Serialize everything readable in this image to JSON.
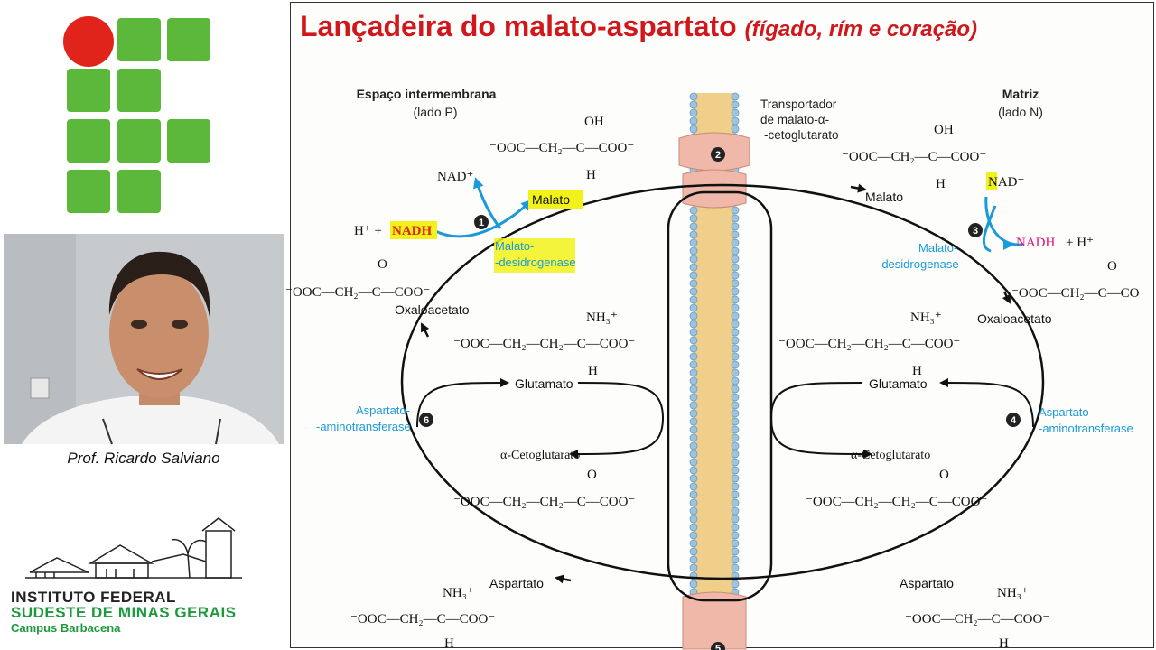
{
  "sidebar": {
    "presenter": "Prof. Ricardo Salviano",
    "institution": {
      "line1": "INSTITUTO FEDERAL",
      "line2": "SUDESTE DE MINAS GERAIS",
      "line3": "Campus Barbacena"
    },
    "colors": {
      "logo_green": "#5cb83a",
      "logo_red": "#e0231b",
      "inst_green": "#1a9a3a"
    }
  },
  "slide": {
    "title_main": "Lançadeira do malato-aspartato",
    "title_sub": "(fígado, rím e coração)",
    "title_color": "#d0171b",
    "left_side": {
      "header_line1": "Espaço intermembrana",
      "header_line2": "(lado P)",
      "nad_plus": "NAD⁺",
      "h_plus": "H⁺ +",
      "nadh": "NADH",
      "malato": "Malato",
      "enzyme_line1": "Malato-",
      "enzyme_line2": "-desidrogenase",
      "oxaloacetato": "Oxaloacetato",
      "glutamato": "Glutamato",
      "cetoglutarato": "α-Cetoglutarato",
      "aspartato": "Aspartato",
      "aat_line1": "Aspartato-",
      "aat_line2": "-aminotransferase",
      "step_1": "1",
      "step_6": "6"
    },
    "right_side": {
      "header_line1": "Matriz",
      "header_line2": "(lado N)",
      "nad_plus": "NAD⁺",
      "nadh": "NADH",
      "h_plus": "+ H⁺",
      "malato": "Malato",
      "enzyme_line1": "Malato-",
      "enzyme_line2": "-desidrogenase",
      "oxaloacetato": "Oxaloacetato",
      "glutamato": "Glutamato",
      "cetoglutarato": "α-Cetoglutarato",
      "aspartato": "Aspartato",
      "aat_line1": "Aspartato-",
      "aat_line2": "-aminotransferase",
      "step_3": "3",
      "step_4": "4"
    },
    "transporter_line1": "Transportador",
    "transporter_line2": "de malato-α-",
    "transporter_line3": "-cetoglutarato",
    "step_2": "2",
    "step_5": "5",
    "formulas": {
      "oh": "OH",
      "o": "O",
      "h": "H",
      "nh3": "NH₃⁺",
      "malate": "⁻OOC—CH₂—C—COO⁻",
      "oxaloacetate_left": "⁻OOC—CH₂—C—COO⁻",
      "oxaloacetate_right": "⁻OOC—CH₂—C—CO",
      "glutamate": "⁻OOC—CH₂—CH₂—C—COO⁻",
      "ketoglutarate": "⁻OOC—CH₂—CH₂—C—COO⁻",
      "aspartate": "⁻OOC—CH₂—C—COO⁻"
    },
    "colors": {
      "enzyme_blue": "#1a9ad8",
      "nadh_red": "#e0231b",
      "nadh_pink": "#e0117a",
      "highlight": "#f2f21a",
      "membrane": "#efcf8a",
      "bead": "#9cc4e0",
      "protein": "#f0b8a8"
    }
  }
}
